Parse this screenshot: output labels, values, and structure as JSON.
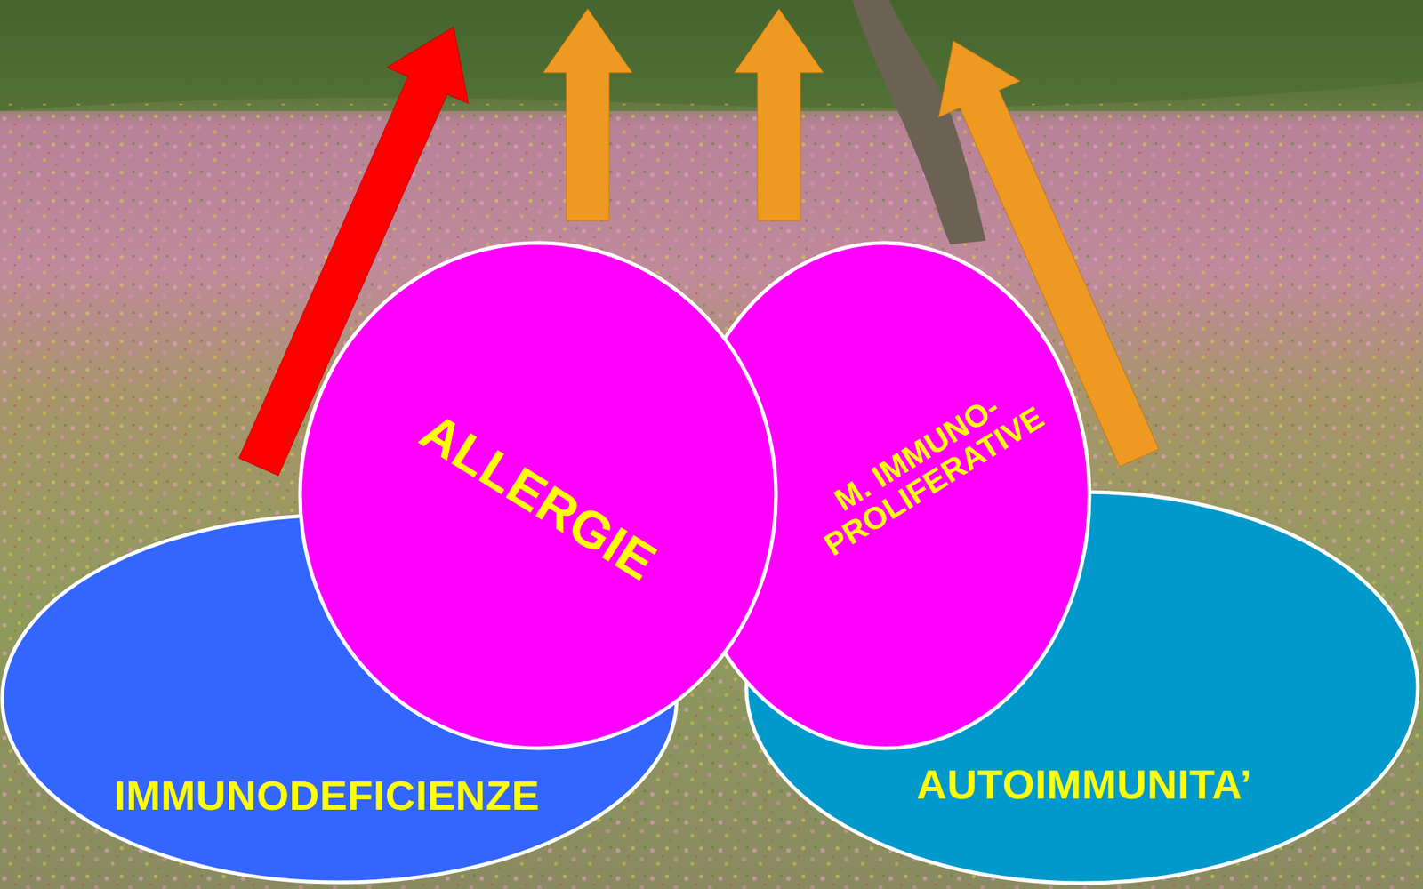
{
  "diagram": {
    "nodes": [
      {
        "text": [
          "ALLERGIE"
        ]
      },
      {
        "text": [
          "M. IMMUNO- PROLIFERATIVE"
        ]
      },
      {
        "text": [
          "IMMUNODEFICIENZE"
        ]
      },
      {
        "text": [
          "AUTOIMMUNITA’"
        ]
      }
    ]
  }
}
